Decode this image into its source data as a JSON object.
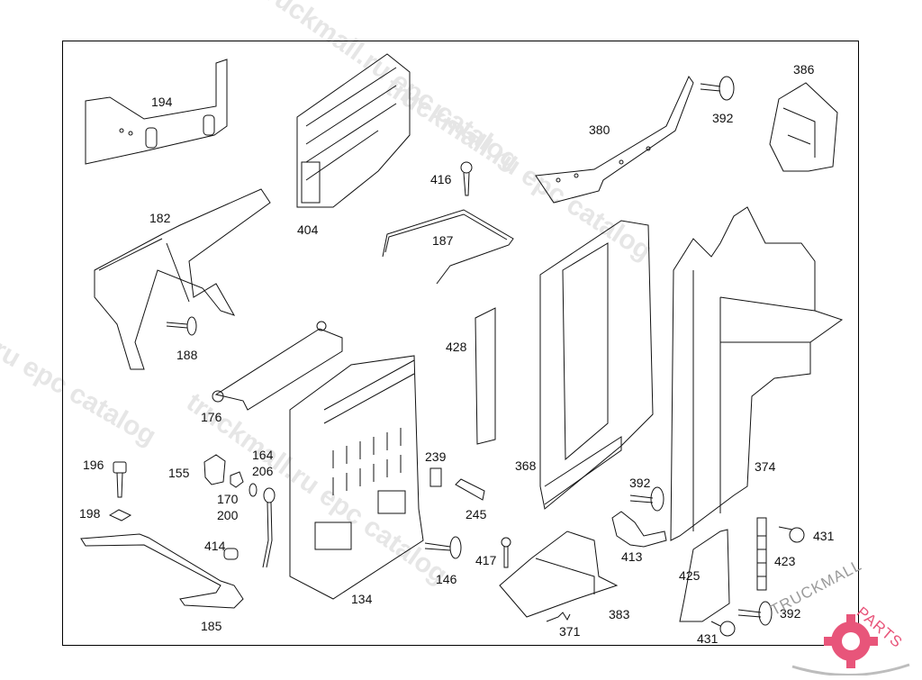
{
  "diagram": {
    "title": "",
    "watermark_text": [
      "truckmall.ru epc catalog",
      "truckmall.ru epc catalog",
      "truckmall.ru epc catalog",
      "truckmall.ru epc catalog"
    ],
    "logo": {
      "text_a": "TRUCKMALL",
      "text_b": "PARTS",
      "accent_color": "#e8557a",
      "gray_color": "#9a9a9a"
    },
    "callouts": [
      {
        "id": "194",
        "label": "194"
      },
      {
        "id": "404",
        "label": "404"
      },
      {
        "id": "182",
        "label": "182"
      },
      {
        "id": "188",
        "label": "188"
      },
      {
        "id": "176",
        "label": "176"
      },
      {
        "id": "416",
        "label": "416"
      },
      {
        "id": "187",
        "label": "187"
      },
      {
        "id": "380",
        "label": "380"
      },
      {
        "id": "392a",
        "label": "392"
      },
      {
        "id": "386",
        "label": "386"
      },
      {
        "id": "428",
        "label": "428"
      },
      {
        "id": "368",
        "label": "368"
      },
      {
        "id": "374",
        "label": "374"
      },
      {
        "id": "196",
        "label": "196"
      },
      {
        "id": "198",
        "label": "198"
      },
      {
        "id": "155",
        "label": "155"
      },
      {
        "id": "164",
        "label": "164"
      },
      {
        "id": "206",
        "label": "206"
      },
      {
        "id": "170",
        "label": "170"
      },
      {
        "id": "200",
        "label": "200"
      },
      {
        "id": "414",
        "label": "414"
      },
      {
        "id": "185",
        "label": "185"
      },
      {
        "id": "134",
        "label": "134"
      },
      {
        "id": "239",
        "label": "239"
      },
      {
        "id": "245",
        "label": "245"
      },
      {
        "id": "146",
        "label": "146"
      },
      {
        "id": "417",
        "label": "417"
      },
      {
        "id": "371",
        "label": "371"
      },
      {
        "id": "383",
        "label": "383"
      },
      {
        "id": "413",
        "label": "413"
      },
      {
        "id": "392b",
        "label": "392"
      },
      {
        "id": "425",
        "label": "425"
      },
      {
        "id": "423",
        "label": "423"
      },
      {
        "id": "431a",
        "label": "431"
      },
      {
        "id": "392c",
        "label": "392"
      },
      {
        "id": "431b",
        "label": "431"
      }
    ]
  }
}
